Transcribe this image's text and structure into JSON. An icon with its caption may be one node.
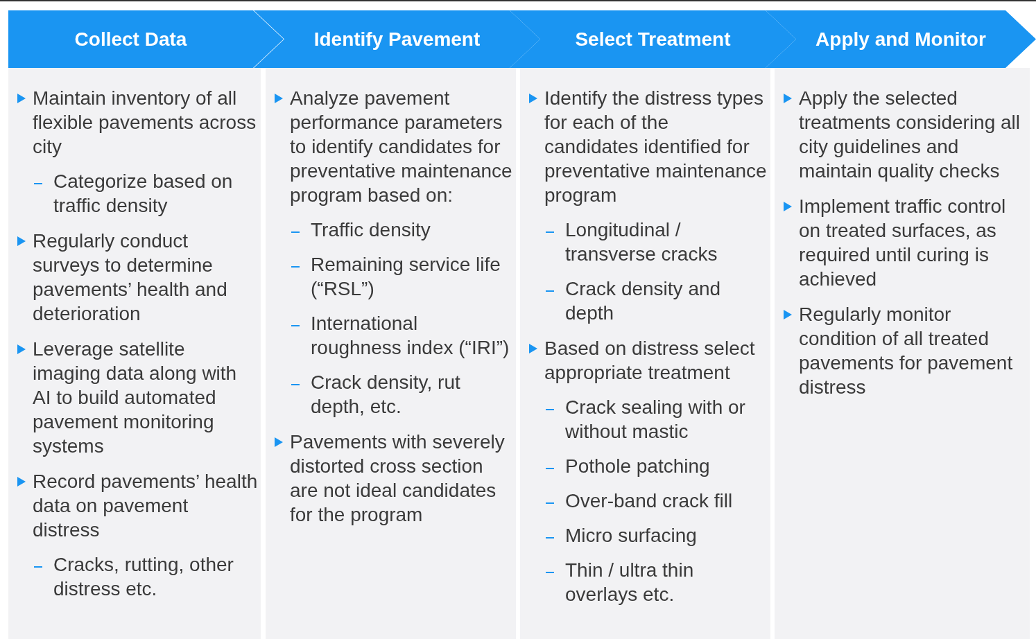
{
  "diagram": {
    "nodes": [
      {
        "text": [
          "Collect Data"
        ]
      },
      {
        "text": [
          "Identify Pavement"
        ]
      },
      {
        "text": [
          "Select Treatment"
        ]
      },
      {
        "text": [
          "Apply and Monitor"
        ]
      },
      {
        "text": [],
        "shape": "box"
      },
      {
        "text": [
          "Maintain inventory of all flexible pavements across city",
          "Categorize based on traffic density"
        ],
        "in": 4
      },
      {
        "text": [
          "Regularly conduct surveys to determine pavements’ health and deterioration"
        ],
        "in": 4
      },
      {
        "text": [
          "Leverage satellite imaging data along with AI to build automated pavement monitoring systems"
        ],
        "in": 4
      },
      {
        "text": [
          "Record pavements’ health data on pavement distress",
          "Cracks, rutting, other distress etc."
        ],
        "in": 4
      },
      {
        "text": [],
        "shape": "box"
      },
      {
        "text": [
          "Analyze pavement performance parameters to identify candidates for preventative maintenance program based on:",
          "Traffic density",
          "Remaining service life (“RSL”)",
          "International roughness index (“IRI”)",
          "Crack density, rut depth, etc."
        ],
        "in": 9
      },
      {
        "text": [
          "Pavements with severely distorted cross section are not ideal candidates for the program"
        ],
        "in": 9
      },
      {
        "text": [],
        "shape": "box"
      },
      {
        "text": [
          "Identify the distress types for each of the candidates identified for preventative maintenance program",
          "Longitudinal / transverse cracks",
          "Crack density and depth"
        ],
        "in": 12
      },
      {
        "text": [
          "Based on distress select appropriate treatment",
          "Crack sealing with or without mastic",
          "Pothole patching",
          "Over-band crack fill",
          "Micro surfacing",
          "Thin / ultra thin overlays etc."
        ],
        "in": 12
      },
      {
        "text": [],
        "shape": "box"
      },
      {
        "text": [
          "Apply the selected treatments considering all city guidelines and maintain quality checks"
        ],
        "in": 15
      },
      {
        "text": [
          "Implement traffic control on treated surfaces, as required until curing is achieved"
        ],
        "in": 15
      },
      {
        "text": [
          "Regularly monitor condition of all treated pavements for pavement distress"
        ],
        "in": 15
      }
    ]
  }
}
